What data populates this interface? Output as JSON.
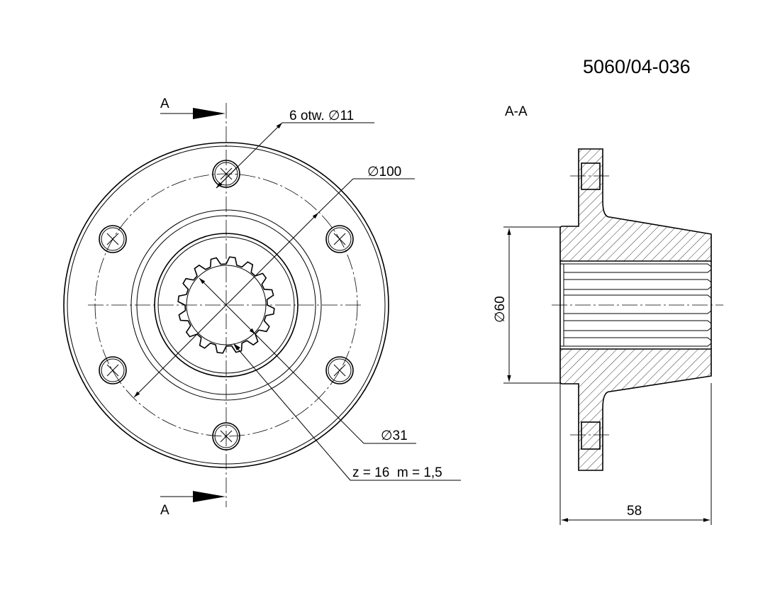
{
  "drawing_number": "5060/04-036",
  "section_marker": "A",
  "section_label": "A-A",
  "dimensions": {
    "holes": "6 otw. ∅11",
    "bolt_circle": "∅100",
    "spline_diameter": "∅31",
    "spline_spec": "z = 16  m = 1,5",
    "hub_diameter": "∅60",
    "length": "58"
  },
  "spline_teeth": 16,
  "bolt_holes": 6
}
